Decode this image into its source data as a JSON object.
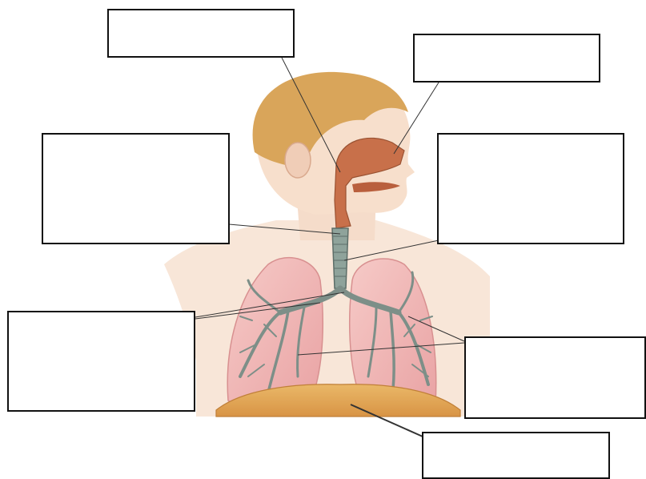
{
  "diagram": {
    "colors": {
      "skin": "#f7e0cf",
      "hair": "#d9a55a",
      "airway": "#c8704a",
      "lung": "#f0b8b6",
      "bronchi": "#7d8f88",
      "diaphragm": "#e3ab5a",
      "leader_line": "#333333"
    },
    "labels": [
      {
        "id": "box-top-center",
        "text": ""
      },
      {
        "id": "box-top-right",
        "text": ""
      },
      {
        "id": "box-mid-left",
        "text": ""
      },
      {
        "id": "box-mid-right",
        "text": ""
      },
      {
        "id": "box-lower-left",
        "text": ""
      },
      {
        "id": "box-lower-right",
        "text": ""
      },
      {
        "id": "box-bottom",
        "text": ""
      }
    ]
  }
}
